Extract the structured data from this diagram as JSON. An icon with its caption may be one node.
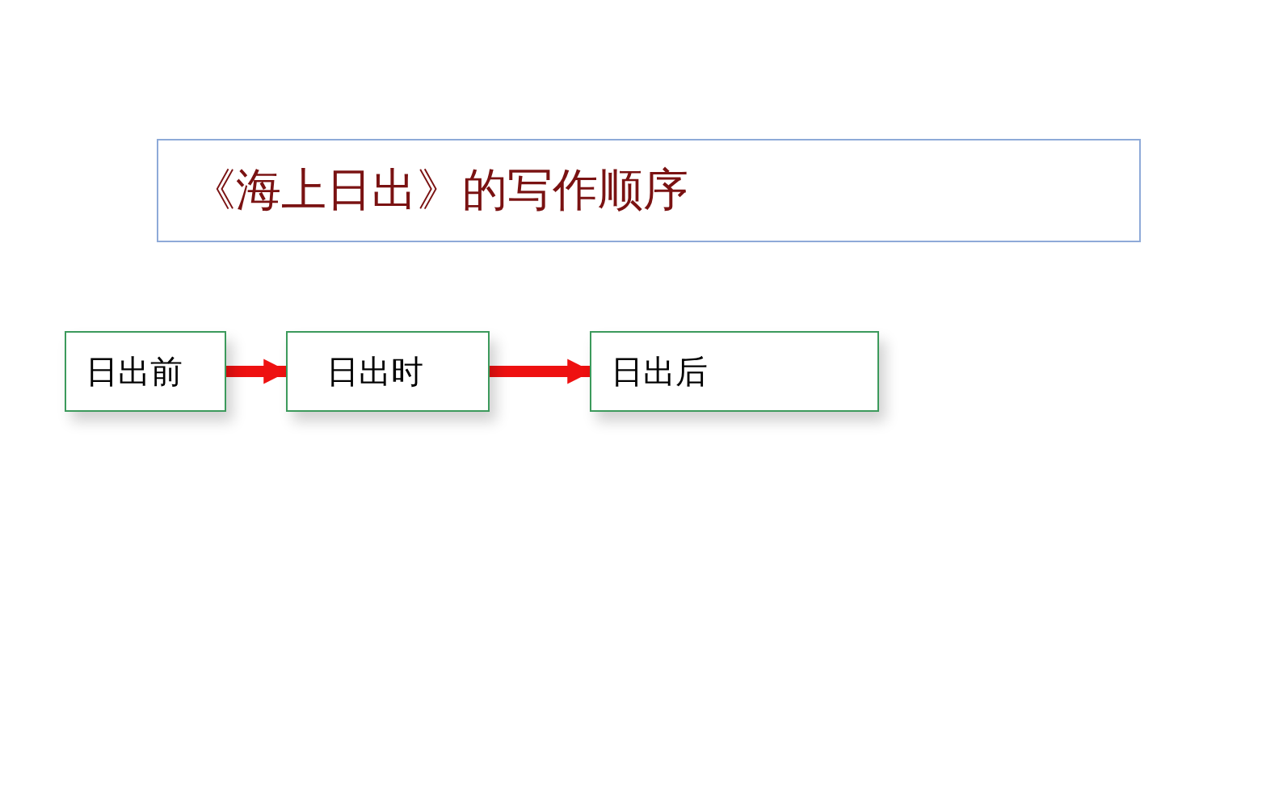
{
  "diagram": {
    "title": "《海上日出》的写作顺序",
    "nodes": [
      {
        "text": [
          "日出前"
        ]
      },
      {
        "text": [
          "日出时"
        ]
      },
      {
        "text": [
          "日出后"
        ]
      }
    ],
    "edges": [
      {
        "from": 0,
        "to": 1,
        "arrow": "to"
      },
      {
        "from": 1,
        "to": 2,
        "arrow": "to"
      }
    ]
  }
}
